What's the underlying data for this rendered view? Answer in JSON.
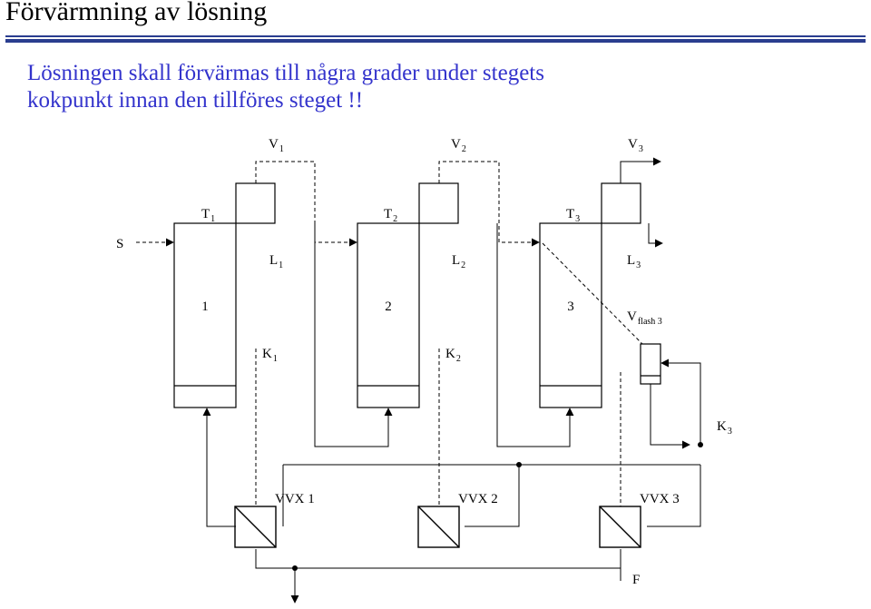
{
  "title": "Förvärmning av lösning",
  "subtitle": {
    "line1": "Lösningen skall förvärmas till några grader under stegets",
    "line2": "kokpunkt innan den tillföres steget !!"
  },
  "colors": {
    "title_rule": "#2a3d8f",
    "subtitle_text": "#3333cc",
    "line": "#000000"
  },
  "diagram": {
    "vapors": [
      {
        "main": "V",
        "sub": "1"
      },
      {
        "main": "V",
        "sub": "2"
      },
      {
        "main": "V",
        "sub": "3"
      }
    ],
    "temperatures": [
      {
        "main": "T",
        "sub": "1"
      },
      {
        "main": "T",
        "sub": "2"
      },
      {
        "main": "T",
        "sub": "3"
      }
    ],
    "liquids": [
      {
        "main": "L",
        "sub": "1"
      },
      {
        "main": "L",
        "sub": "2"
      },
      {
        "main": "L",
        "sub": "3"
      }
    ],
    "stages": [
      "1",
      "2",
      "3"
    ],
    "condensates": [
      {
        "main": "K",
        "sub": "1"
      },
      {
        "main": "K",
        "sub": "2"
      },
      {
        "main": "K",
        "sub": "3"
      }
    ],
    "flash": {
      "main": "V",
      "sub": "flash 3"
    },
    "exchangers": [
      "VVX 1",
      "VVX 2",
      "VVX 3"
    ],
    "steam_in": "S",
    "feed": "F"
  }
}
